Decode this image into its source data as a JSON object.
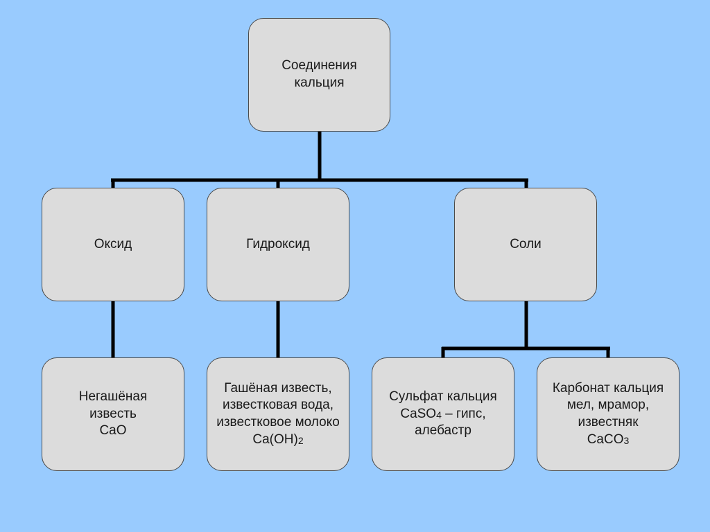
{
  "root": {
    "lines": [
      "Соединения",
      "кальция"
    ]
  },
  "categories": {
    "oxide": {
      "lines": [
        "Оксид"
      ]
    },
    "hydroxide": {
      "lines": [
        "Гидроксид"
      ]
    },
    "salts": {
      "lines": [
        "Соли"
      ]
    }
  },
  "examples": {
    "quicklime": {
      "line1": "Негашёная",
      "line2": "известь",
      "formula_main": "CaO"
    },
    "slaked": {
      "line1": "Гашёная известь,",
      "line2": "известковая вода,",
      "line3": "известковое молоко",
      "formula_main": "Ca(OH)",
      "formula_sub": "2"
    },
    "sulfate": {
      "line1": "Сульфат кальция",
      "formula_main": "CaSO",
      "formula_sub": "4",
      "formula_rest": " – гипс,",
      "line3": "алебастр"
    },
    "carbonate": {
      "line1": "Карбонат кальция",
      "line2": "мел, мрамор,",
      "line3": "известняк",
      "formula_main": "CaCO",
      "formula_sub": "3"
    }
  },
  "colors": {
    "background": "#99cbfe",
    "node_fill": "#dcdcdc",
    "node_border": "#4a4a4a",
    "connector": "#000000"
  }
}
